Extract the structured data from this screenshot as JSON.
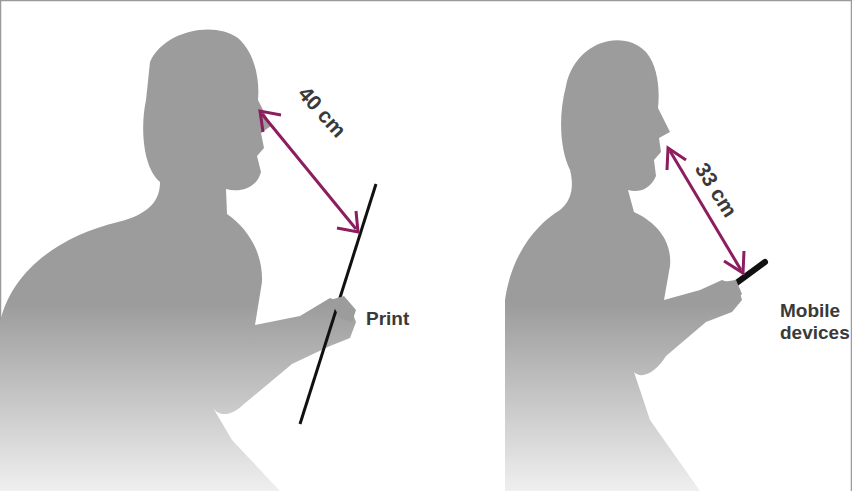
{
  "diagram": {
    "labels": [
      "40 cm",
      "Print",
      "33 cm",
      "Mobile devices"
    ]
  }
}
